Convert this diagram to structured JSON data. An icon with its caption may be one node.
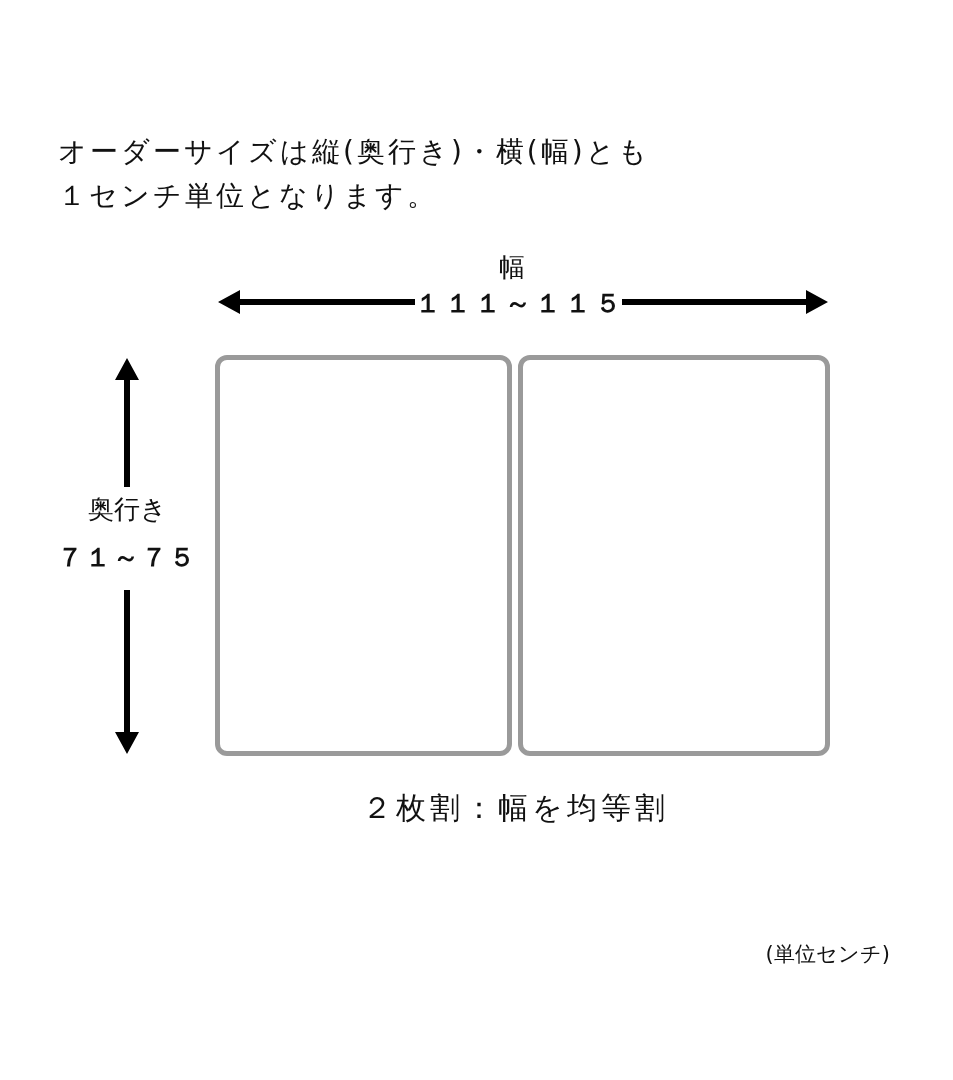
{
  "diagram": {
    "title": "オーダーサイズは縦(奥行き)・横(幅)とも１センチ単位となります。",
    "nodes": [
      {
        "text": [],
        "shape": "box"
      },
      {
        "text": [],
        "shape": "box"
      }
    ],
    "labels": [
      "幅",
      "１１１～１１５",
      "奥行き",
      "７１～７５",
      "２枚割：幅を均等割",
      "(単位センチ)"
    ]
  }
}
